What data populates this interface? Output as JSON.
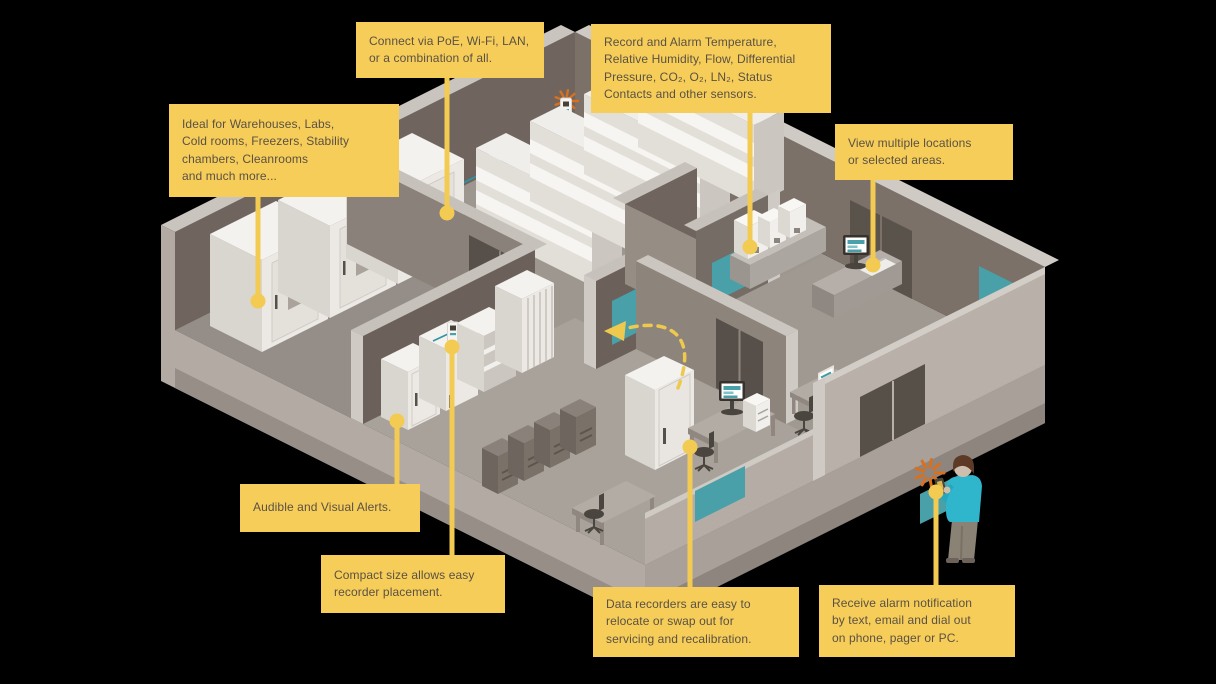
{
  "title": "Facility monitoring system infographic",
  "colors": {
    "background": "#000000",
    "callout_bg": "#F6CD58",
    "callout_text": "#5A5144",
    "leader_yellow": "#F3CB52",
    "accent_teal": "#4AA0A8",
    "alert_orange": "#D8701E",
    "wall_dark": "#6F655E",
    "wall_light": "#B2AAA3"
  },
  "callouts": [
    {
      "id": "ideal",
      "text": "Ideal for Warehouses, Labs,\nCold rooms, Freezers, Stability\nchambers, Cleanrooms\nand much more..."
    },
    {
      "id": "connect",
      "text": "Connect via PoE, Wi-Fi, LAN,\nor a combination of all."
    },
    {
      "id": "record",
      "text": "Record and Alarm Temperature,\nRelative Humidity, Flow, Differential\nPressure, CO₂, O₂, LN₂, Status\nContacts and other sensors."
    },
    {
      "id": "view",
      "text": "View multiple locations\nor selected areas."
    },
    {
      "id": "audible",
      "text": "Audible and Visual Alerts."
    },
    {
      "id": "compact",
      "text": "Compact size allows easy\nrecorder placement."
    },
    {
      "id": "data",
      "text": "Data recorders are easy to\nrelocate or swap out for\nservicing and recalibration."
    },
    {
      "id": "receive",
      "text": "Receive alarm notification\nby text, email and dial out\non phone, pager or PC."
    }
  ],
  "scene": {
    "type": "isometric-facility-cutaway",
    "areas": [
      "cold storage room with walk-in freezers",
      "warehouse with shelving racks",
      "laboratory with cabinets and equipment",
      "office area with desks and computers"
    ],
    "elements": [
      "wall-mounted data recorders",
      "network cable",
      "alert starbursts",
      "alarm beacon",
      "relocatable recorder cabinet",
      "dashed relocate arrow",
      "person receiving alarm call on phone"
    ]
  }
}
